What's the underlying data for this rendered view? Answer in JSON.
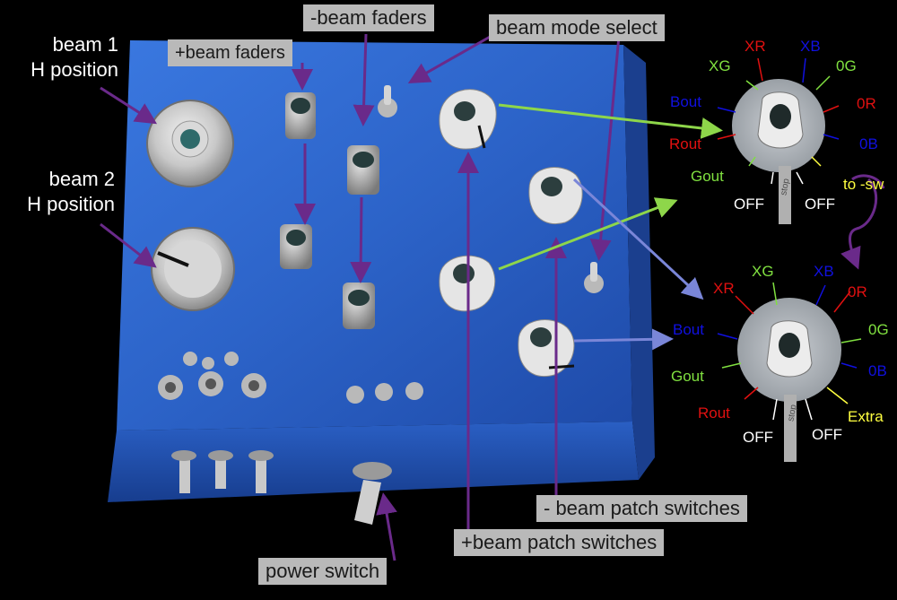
{
  "labels": {
    "beam1_line1": "beam 1",
    "beam1_line2": "H position",
    "beam2_line1": "beam 2",
    "beam2_line2": "H position",
    "minus_beam_faders": "-beam faders",
    "plus_beam_faders": "+beam faders",
    "beam_mode_select": "beam mode select",
    "minus_beam_patch_switches": "- beam patch switches",
    "plus_beam_patch_switches": "+beam patch switches",
    "power_switch": "power switch"
  },
  "dial_top": {
    "XR": "XR",
    "XB": "XB",
    "XG": "XG",
    "0G": "0G",
    "Bout": "Bout",
    "0R": "0R",
    "Rout": "Rout",
    "0B": "0B",
    "Gout": "Gout",
    "to_sw": "to -sw",
    "OFF_left": "OFF",
    "OFF_right": "OFF",
    "stop": "stop"
  },
  "dial_bottom": {
    "XG": "XG",
    "XB": "XB",
    "XR": "XR",
    "0R": "0R",
    "Bout": "Bout",
    "0G": "0G",
    "Gout": "Gout",
    "0B": "0B",
    "Rout": "Rout",
    "Extra": "Extra",
    "OFF_left": "OFF",
    "OFF_right": "OFF",
    "stop": "stop"
  },
  "colors": {
    "background": "#000000",
    "enclosure": "#2f6bd0",
    "label_bg": "#b9b9b9",
    "arrow_purple": "#6a2a8a",
    "arrow_green": "#8ed64a",
    "arrow_blue": "#7a86d8",
    "red": "#e01010",
    "blue": "#1010e0",
    "green": "#80e040",
    "yellow": "#ffff40",
    "white": "#ffffff"
  }
}
